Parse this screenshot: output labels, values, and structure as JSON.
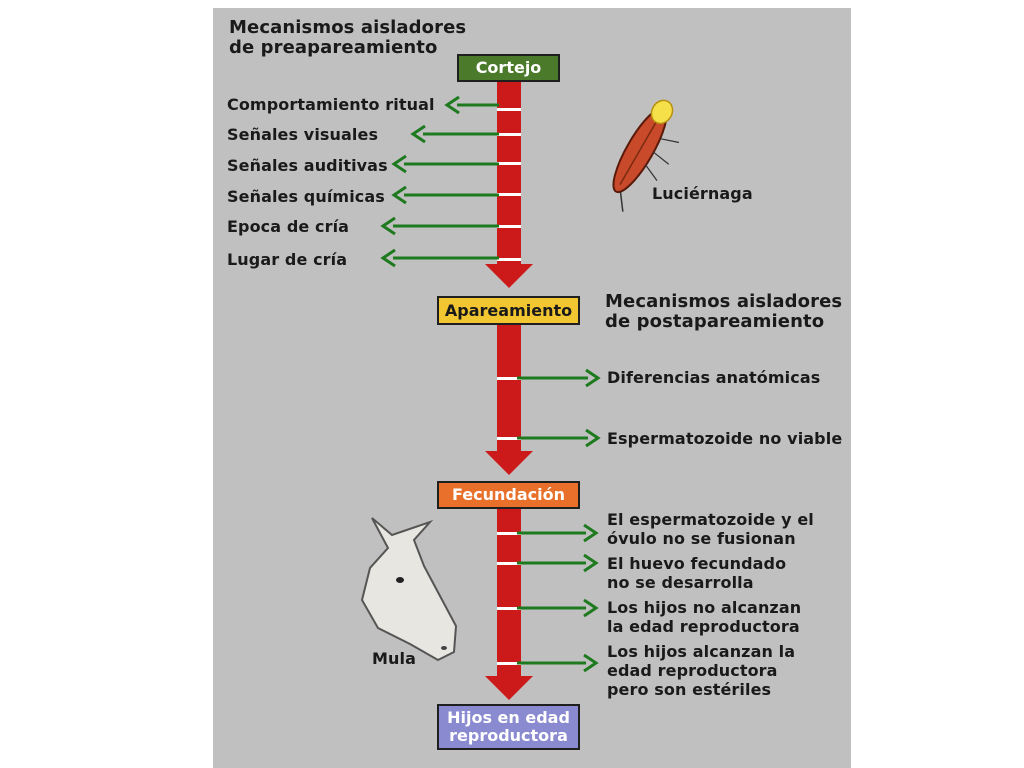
{
  "headings": {
    "pre": "Mecanismos aisladores\nde preapareamiento",
    "post": "Mecanismos aisladores\nde postapareamiento"
  },
  "stages": {
    "courtship": "Cortejo",
    "mating": "Apareamiento",
    "fertilization": "Fecundación",
    "offspring": "Hijos en edad\nreproductora"
  },
  "pre_mating": [
    "Comportamiento ritual",
    "Señales visuales",
    "Señales auditivas",
    "Señales químicas",
    "Epoca de cría",
    "Lugar de cría"
  ],
  "post_mating": [
    "Diferencias anatómicas",
    "Espermatozoide no viable"
  ],
  "post_fertilization": [
    "El espermatozoide y el\nóvulo no se fusionan",
    "El huevo fecundado\nno se desarrolla",
    "Los hijos no alcanzan\nla edad reproductora",
    "Los hijos alcanzan la\nedad reproductora\npero son estériles"
  ],
  "illustrations": {
    "insect_label": "Luciérnaga",
    "mule_label": "Mula"
  },
  "colors": {
    "panel": "#c0c0c0",
    "stem": "#cc1a1a",
    "arrows": "#1e7a1e",
    "courtship_box": "#4b7a2a",
    "mating_box": "#f2c630",
    "fertilization_box": "#e8702a",
    "offspring_box": "#8a8ad0"
  }
}
